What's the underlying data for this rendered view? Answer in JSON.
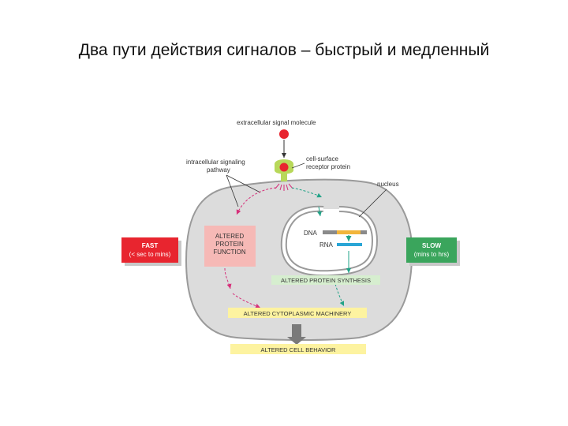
{
  "title": "Два пути действия сигналов – быстрый и медленный",
  "diagram": {
    "signal_molecule": "extracellular signal molecule",
    "receptor_line1": "cell-surface",
    "receptor_line2": "receptor protein",
    "pathway_line1": "intracellular signaling",
    "pathway_line2": "pathway",
    "nucleus": "nucleus",
    "dna": "DNA",
    "rna": "RNA",
    "fast_line1": "FAST",
    "fast_line2": "(< sec to mins)",
    "slow_line1": "SLOW",
    "slow_line2": "(mins to hrs)",
    "altered_protein_line1": "ALTERED",
    "altered_protein_line2": "PROTEIN",
    "altered_protein_line3": "FUNCTION",
    "altered_synthesis": "ALTERED PROTEIN SYNTHESIS",
    "altered_machinery": "ALTERED CYTOPLASMIC MACHINERY",
    "altered_behavior": "ALTERED CELL BEHAVIOR"
  },
  "colors": {
    "fast": "#e8252f",
    "slow": "#3aa55c",
    "pink_path": "#d6307a",
    "teal_path": "#22a388",
    "cell": "#dcdcdc",
    "yellow_box": "#fdf3a0",
    "green_box": "#d6eecf",
    "pink_box": "#f6b9b6",
    "dna_gold": "#f2b53b",
    "rna_blue": "#2aa6d6"
  }
}
